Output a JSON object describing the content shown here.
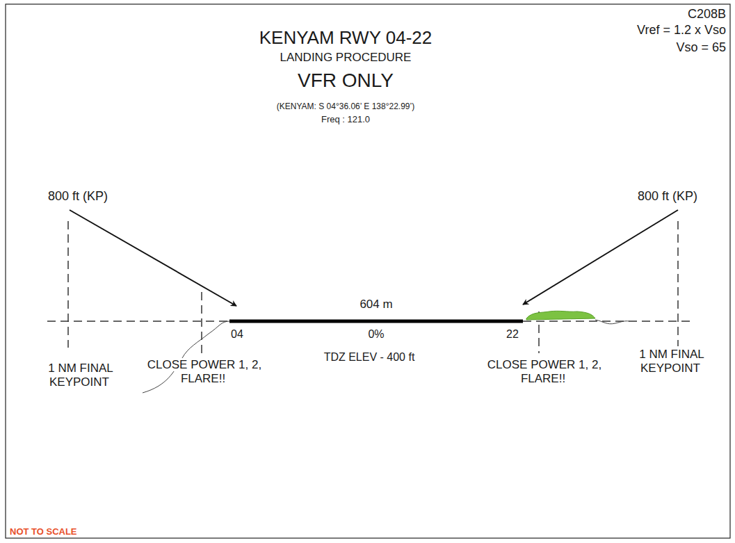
{
  "diagram": {
    "title": "KENYAM RWY 04-22",
    "labels": [
      "LANDING PROCEDURE",
      "VFR ONLY",
      "(KENYAM: S 04°36.06’ E 138°22.99’)",
      "Freq : 121.0",
      "C208B",
      "Vref = 1.2 x Vso",
      "Vso = 65",
      "800 ft (KP)",
      "800 ft (KP)",
      "604 m",
      "0%",
      "04",
      "22",
      "TDZ ELEV - 400 ft",
      "CLOSE POWER 1, 2, FLARE!!",
      "CLOSE POWER 1, 2, FLARE!!",
      "1 NM FINAL KEYPOINT",
      "1 NM FINAL KEYPOINT",
      "NOT TO SCALE"
    ]
  }
}
